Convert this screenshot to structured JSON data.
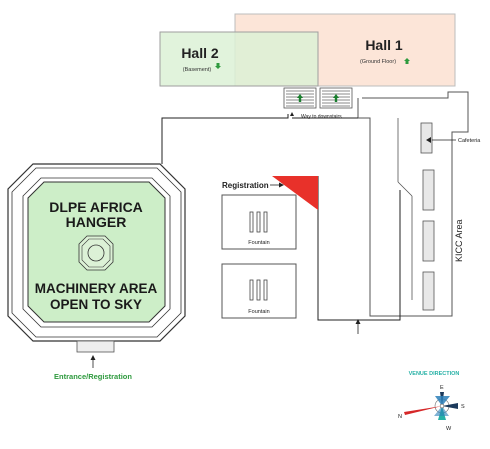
{
  "map": {
    "hall2": {
      "title": "Hall 2",
      "sub": "(Basement)"
    },
    "hall1": {
      "title": "Hall 1",
      "sub": "(Ground Floor)"
    },
    "downstairs": "Way to downstairs",
    "cafeteria": "Cafeteria",
    "registration": "Registration",
    "fountain": "Fountain",
    "kicc_area": "KICC Area",
    "hanger": {
      "line1": "DLPE AFRICA",
      "line2": "HANGER",
      "line3": "MACHINERY AREA",
      "line4": "OPEN TO SKY"
    },
    "entrance": "Entrance/Registration",
    "venue_direction": "VENUE DIRECTION",
    "compass": {
      "e": "E",
      "s": "S",
      "w": "W",
      "n": "N"
    }
  },
  "colors": {
    "hall1_fill": "#fce5d8",
    "hall2_fill": "#dcf1d6",
    "hanger_fill": "#cdeec8",
    "registration_red": "#e8312a",
    "entrance_green": "#2e9a3e",
    "compass_blue": "#2c7fb8",
    "compass_teal": "#27b1a6",
    "north_red": "#d62728"
  }
}
